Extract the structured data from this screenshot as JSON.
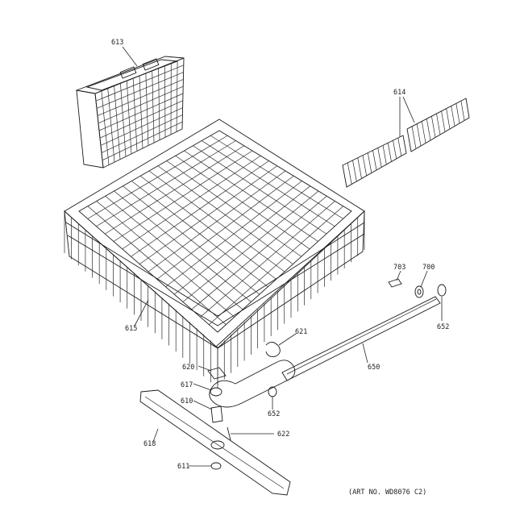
{
  "callouts": {
    "p613": "613",
    "p614": "614",
    "p615": "615",
    "p621": "621",
    "p620": "620",
    "p617": "617",
    "p610": "610",
    "p618": "618",
    "p622": "622",
    "p611": "611",
    "p650": "650",
    "p652a": "652",
    "p652b": "652",
    "p703": "703",
    "p700": "700"
  },
  "art_number": "(ART NO. WD8076 C2)"
}
